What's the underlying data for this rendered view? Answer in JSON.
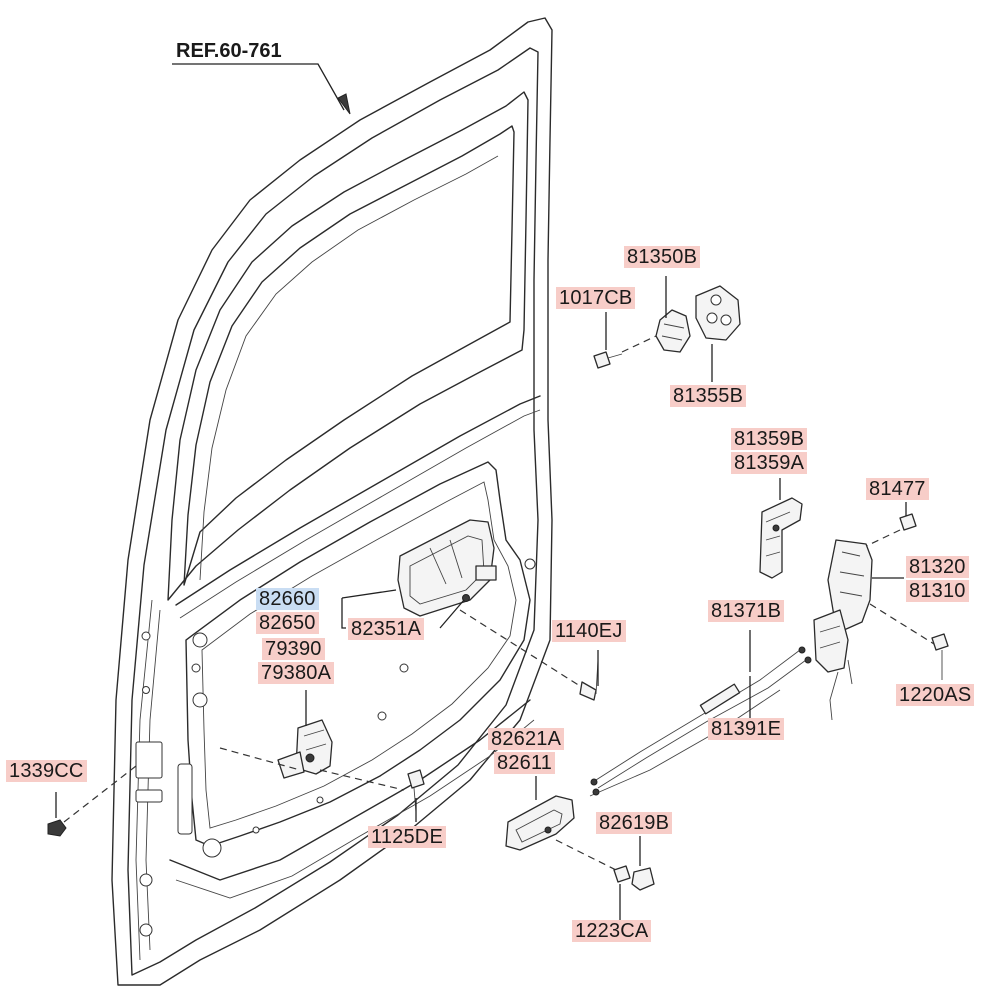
{
  "diagram": {
    "reference": "REF.60-761",
    "parts": {
      "p81350B": "81350B",
      "p1017CB": "1017CB",
      "p81355B": "81355B",
      "p81359B": "81359B",
      "p81359A": "81359A",
      "p81477": "81477",
      "p81320": "81320",
      "p81310": "81310",
      "p82660": "82660",
      "p82650": "82650",
      "p82351A": "82351A",
      "p79390": "79390",
      "p79380A": "79380A",
      "p1140EJ": "1140EJ",
      "p81371B": "81371B",
      "p81391E": "81391E",
      "p1220AS": "1220AS",
      "p1339CC": "1339CC",
      "p82621A": "82621A",
      "p82611": "82611",
      "p82619B": "82619B",
      "p1125DE": "1125DE",
      "p1223CA": "1223CA"
    },
    "colors": {
      "part_label_bg": "#f7cdc8",
      "highlight_label_bg": "#c9ddf3",
      "line": "#2b2b2b"
    }
  }
}
